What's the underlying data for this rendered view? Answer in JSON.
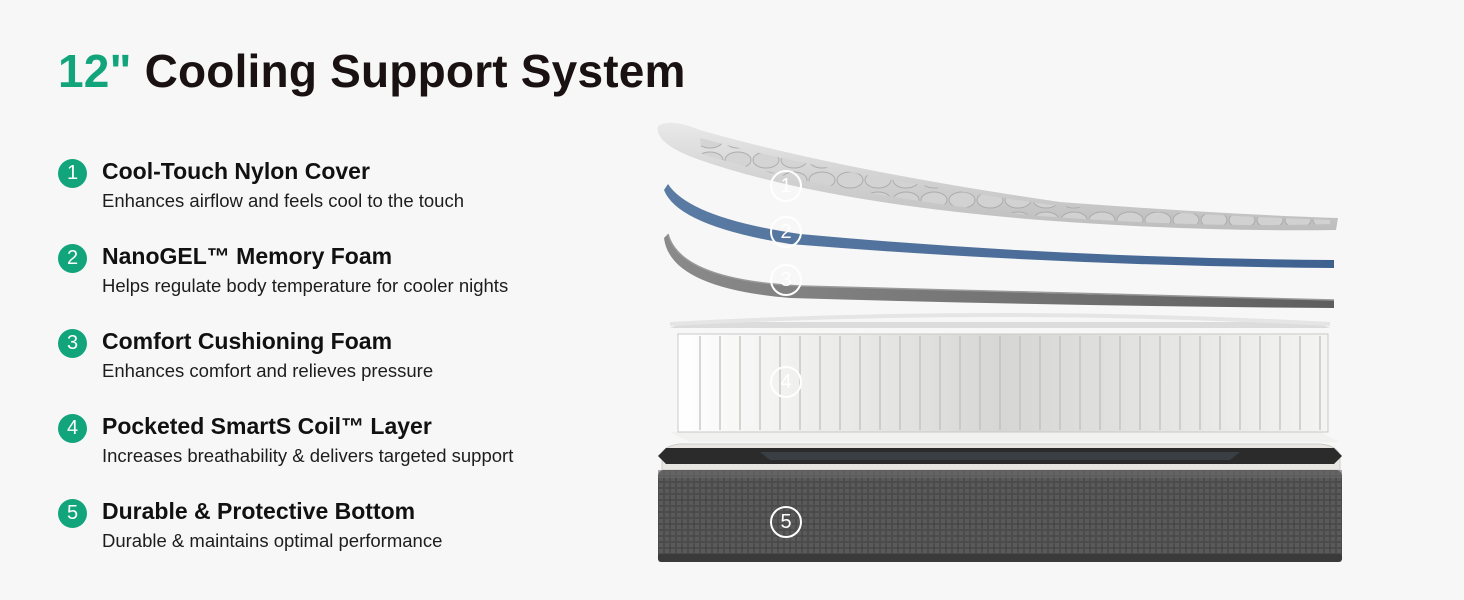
{
  "title": {
    "accent": "12\"",
    "rest": "Cooling Support System"
  },
  "features": [
    {
      "number": "1",
      "title": "Cool-Touch Nylon Cover",
      "description": "Enhances airflow and feels cool to the touch"
    },
    {
      "number": "2",
      "title": "NanoGEL™ Memory Foam",
      "description": "Helps regulate body temperature for cooler nights"
    },
    {
      "number": "3",
      "title": "Comfort Cushioning Foam",
      "description": "Enhances comfort and relieves pressure"
    },
    {
      "number": "4",
      "title": "Pocketed SmartS Coil™ Layer",
      "description": "Increases breathability & delivers targeted support"
    },
    {
      "number": "5",
      "title": "Durable & Protective Bottom",
      "description": "Durable & maintains optimal performance"
    }
  ],
  "layer_markers": [
    "1",
    "2",
    "3",
    "4",
    "5"
  ],
  "colors": {
    "accent": "#12a57c",
    "gel_layer": "#4f6f95",
    "comfort_layer": "#6b6b6b",
    "coil_layer": "#e4e4e2",
    "bottom_layer": "#4a4a4a"
  }
}
